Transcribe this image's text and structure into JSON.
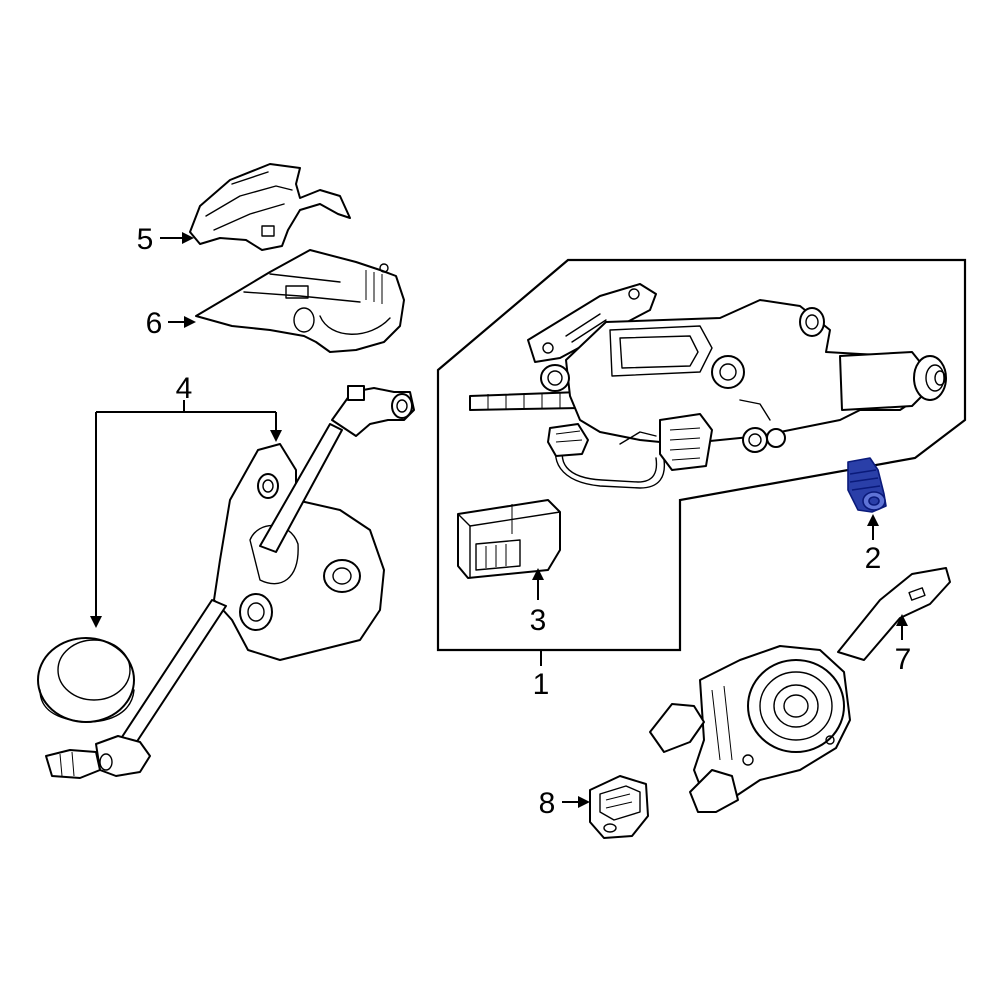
{
  "callouts": {
    "c1": "1",
    "c2": "2",
    "c3": "3",
    "c4": "4",
    "c5": "5",
    "c6": "6",
    "c7": "7",
    "c8": "8"
  },
  "colors": {
    "line": "#000000",
    "background": "#ffffff",
    "highlight_fill": "#2a3fa8",
    "highlight_stroke": "#0a1a7a"
  },
  "highlighted_part": "2"
}
